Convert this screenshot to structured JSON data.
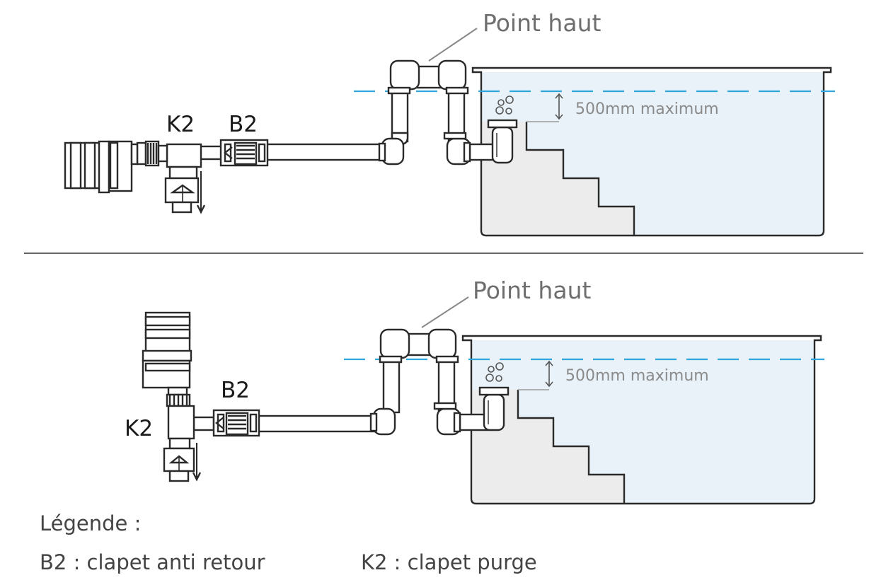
{
  "panels": [
    {
      "high_point_label": "Point haut",
      "depth_label": "500mm maximum",
      "k2_label": "K2",
      "b2_label": "B2"
    },
    {
      "high_point_label": "Point haut",
      "depth_label": "500mm maximum",
      "k2_label": "K2",
      "b2_label": "B2"
    }
  ],
  "legend": {
    "title": "Légende :",
    "b2": "B2 : clapet anti retour",
    "k2": "K2 : clapet purge"
  },
  "colors": {
    "water": "#e9f2f8",
    "waterline": "#2fa6dc",
    "steps": "#ececec",
    "line": "#2a2a2a",
    "divider": "#666666",
    "annotation": "#8a8a8a"
  }
}
